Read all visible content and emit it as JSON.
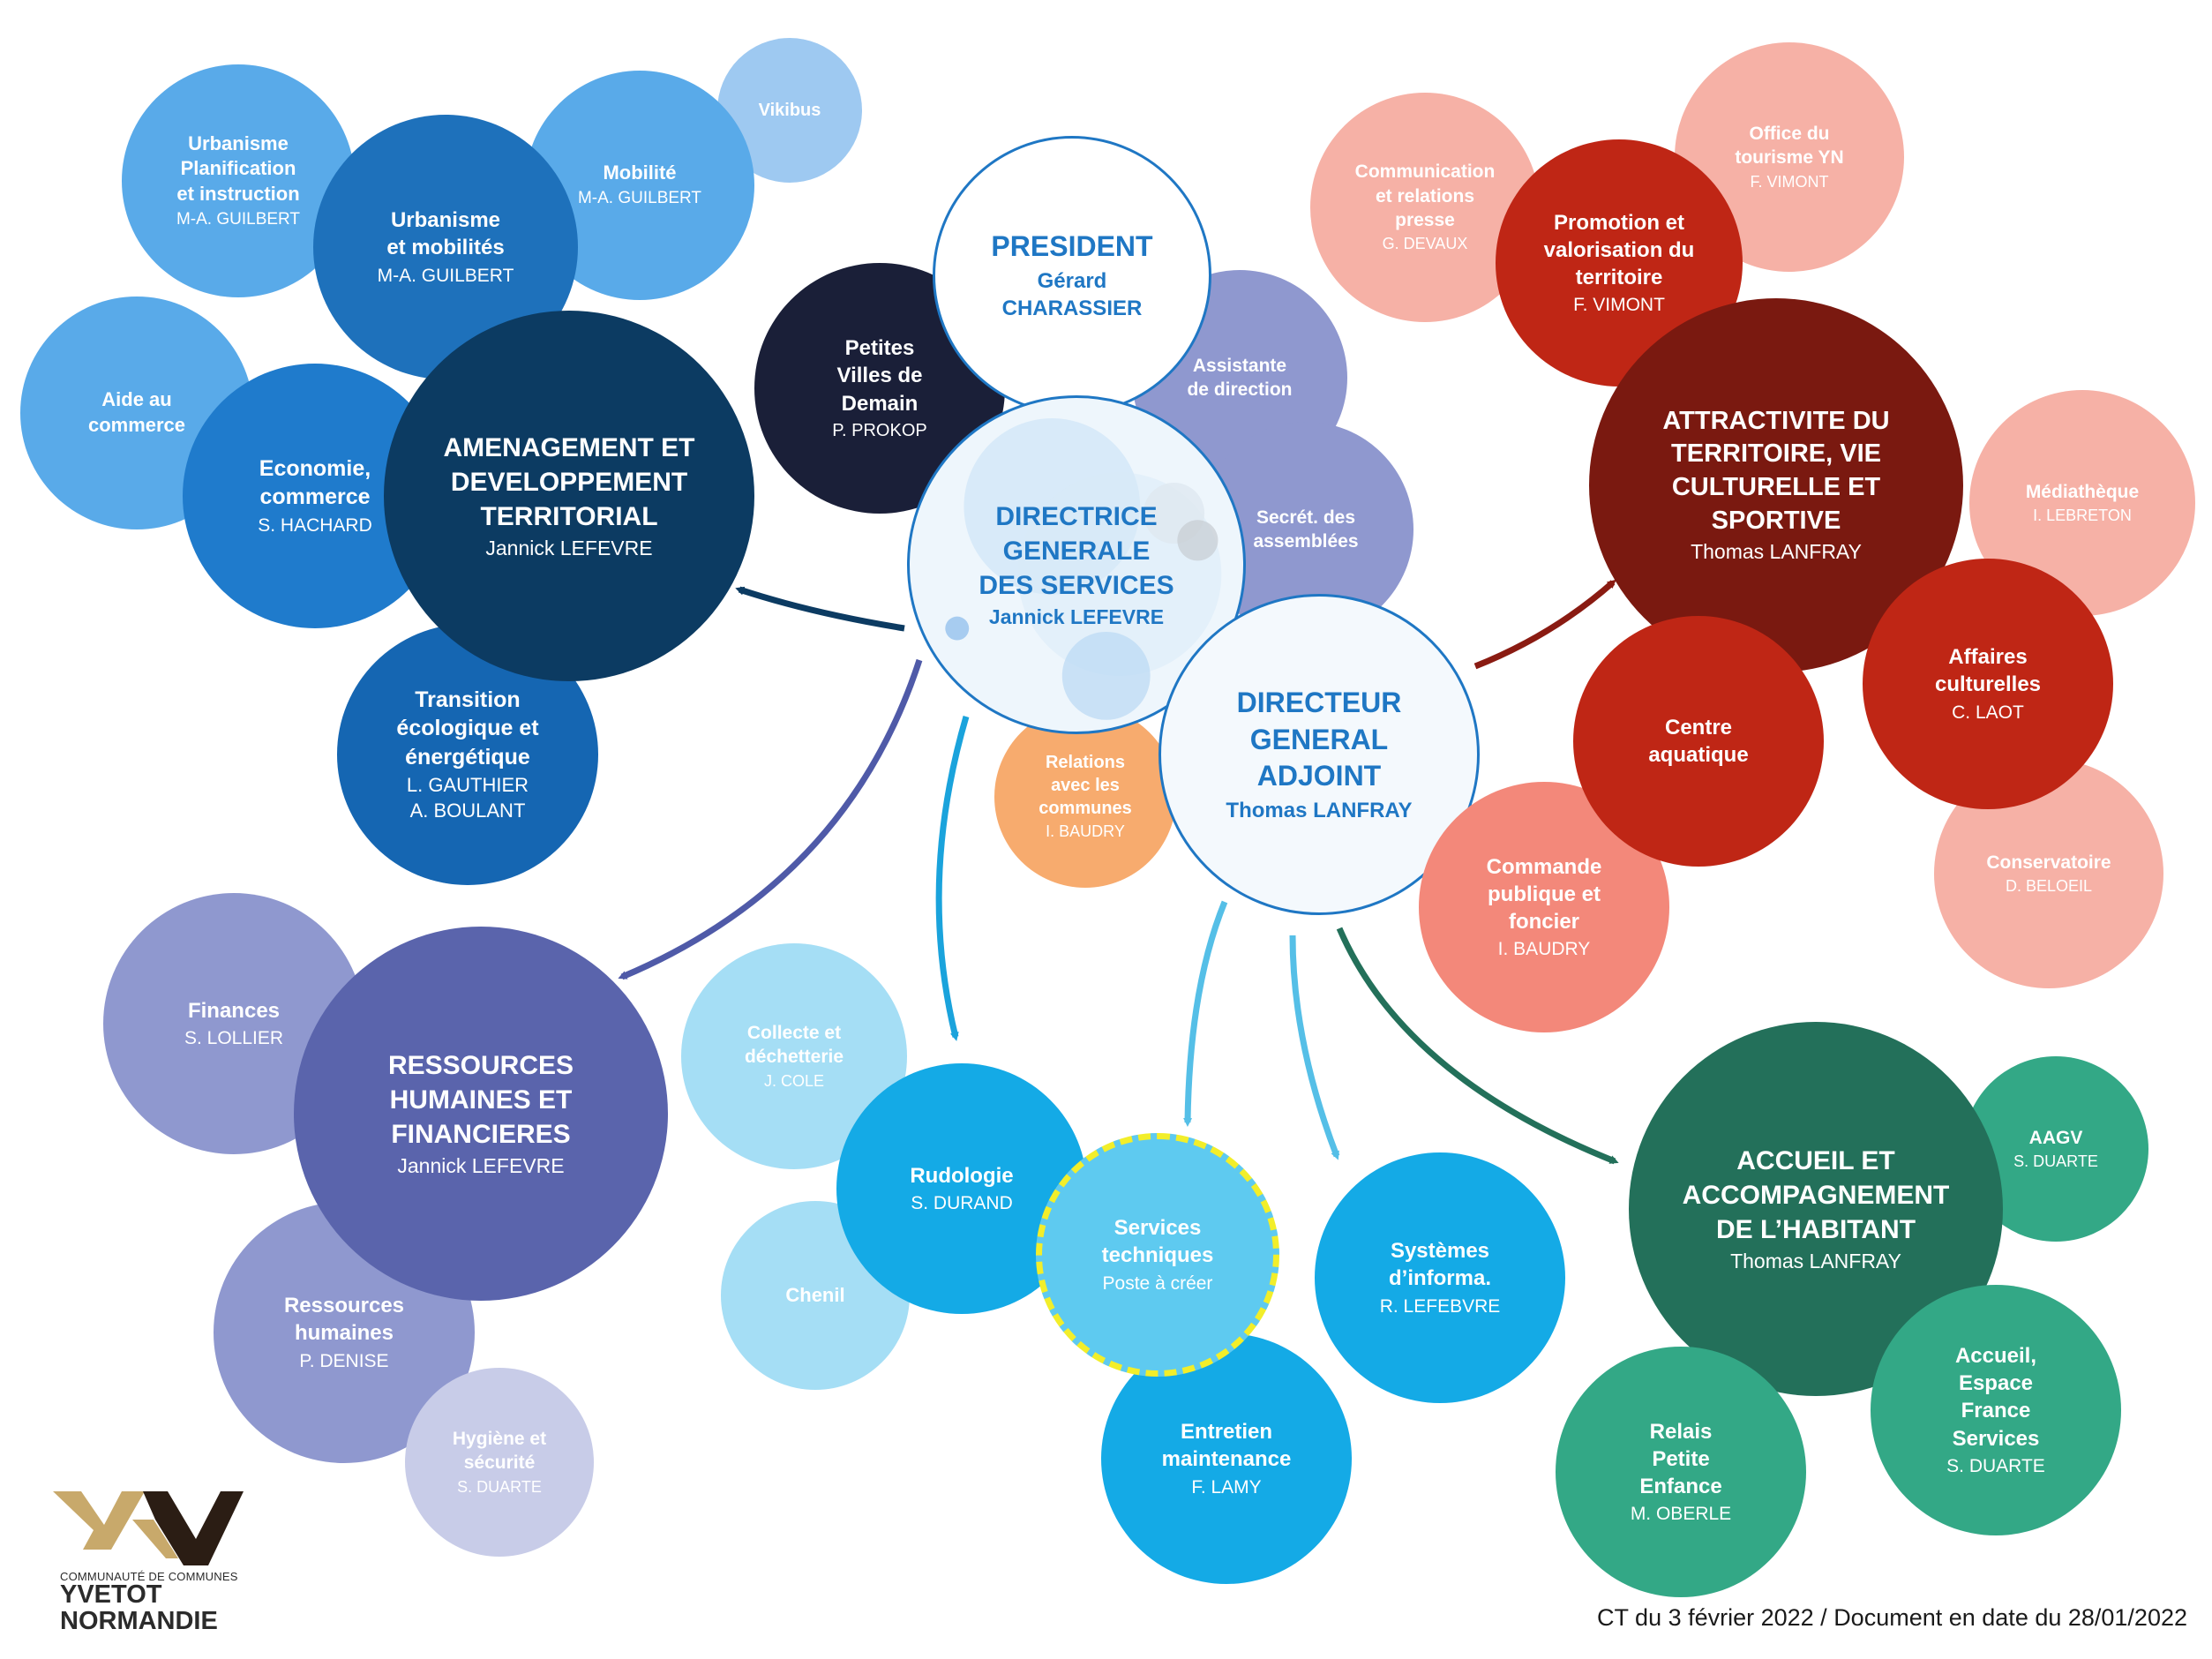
{
  "footer": "CT du 3 février 2022 / Document en date du 28/01/2022",
  "logo": {
    "line1": "COMMUNAUTÉ DE COMMUNES",
    "line2": "YVETOT",
    "line3": "NORMANDIE",
    "colors": {
      "gold": "#c8a96b",
      "dark": "#2b1d14"
    }
  },
  "colors": {
    "navy": "#0c3b62",
    "darkred": "#7a1910",
    "indigo": "#5a64ac",
    "teal": "#23705a",
    "central_border": "#1f77c4",
    "arrow_navy": "#0c3b62",
    "arrow_indigo": "#4f5aa8",
    "arrow_cyan": "#1aa3dc",
    "arrow_sky": "#55bfe7",
    "arrow_red": "#8a1b12",
    "arrow_teal": "#23705a",
    "dashed_border": "#f2ee2a"
  },
  "bubbles": [
    {
      "id": "vikibus",
      "title": "Vikibus",
      "sub": "",
      "bg": "#9ec9f1",
      "fg": "#ffffff",
      "tsize": 20
    },
    {
      "id": "urbanisme-planif",
      "title": "Urbanisme\nPlanification\net instruction",
      "sub": "M-A. GUILBERT",
      "bg": "#59aae9",
      "fg": "#ffffff",
      "tsize": 22,
      "ssize": 19
    },
    {
      "id": "mobilite",
      "title": "Mobilité",
      "sub": "M-A. GUILBERT",
      "bg": "#59aae9",
      "fg": "#ffffff",
      "tsize": 22,
      "ssize": 19
    },
    {
      "id": "urbanisme-mob",
      "title": "Urbanisme\net mobilités",
      "sub": "M-A. GUILBERT",
      "bg": "#1e71bb",
      "fg": "#ffffff",
      "tsize": 24,
      "ssize": 21
    },
    {
      "id": "aide-commerce",
      "title": "Aide au\ncommerce",
      "sub": "",
      "bg": "#59aae9",
      "fg": "#ffffff",
      "tsize": 22
    },
    {
      "id": "economie",
      "title": "Economie,\ncommerce",
      "sub": "S. HACHARD",
      "bg": "#1f7bcc",
      "fg": "#ffffff",
      "tsize": 25,
      "ssize": 21
    },
    {
      "id": "transition",
      "title": "Transition\nécologique et\nénergétique",
      "sub": "L. GAUTHIER\nA. BOULANT",
      "bg": "#1566b2",
      "fg": "#ffffff",
      "tsize": 25,
      "ssize": 22
    },
    {
      "id": "amenagement",
      "title": "AMENAGEMENT ET\nDEVELOPPEMENT\nTERRITORIAL",
      "sub": "Jannick LEFEVRE",
      "bg": "#0c3b62",
      "fg": "#ffffff",
      "tsize": 30,
      "ssize": 23
    },
    {
      "id": "petites-villes",
      "title": "Petites\nVilles de\nDemain",
      "sub": "P. PROKOP",
      "bg": "#1a1f38",
      "fg": "#ffffff",
      "tsize": 24,
      "ssize": 20
    },
    {
      "id": "assistante",
      "title": "Assistante\nde direction",
      "sub": "",
      "bg": "#8f98cf",
      "fg": "#ffffff",
      "tsize": 21
    },
    {
      "id": "secret",
      "title": "Secrét. des\nassemblées",
      "sub": "",
      "bg": "#8f98cf",
      "fg": "#ffffff",
      "tsize": 21
    },
    {
      "id": "relations",
      "title": "Relations\navec les\ncommunes",
      "sub": "I. BAUDRY",
      "bg": "#f7ab6e",
      "fg": "#ffffff",
      "tsize": 20,
      "ssize": 18
    },
    {
      "id": "president",
      "title": "PRESIDENT",
      "sub": "Gérard\nCHARASSIER",
      "bg": "#ffffff",
      "fg": "#1f77c4",
      "tsize": 32,
      "ssize": 24,
      "border": "#1f77c4",
      "subbold": true
    },
    {
      "id": "dgs",
      "title": "DIRECTRICE\nGENERALE\nDES SERVICES",
      "sub": "Jannick LEFEVRE",
      "bg": "#eef6fc",
      "fg": "#1f77c4",
      "tsize": 30,
      "ssize": 23,
      "border": "#1f77c4",
      "subbold": true,
      "deco": true
    },
    {
      "id": "dga",
      "title": "DIRECTEUR\nGENERAL\nADJOINT",
      "sub": "Thomas LANFRAY",
      "bg": "#f4f9fd",
      "fg": "#1f77c4",
      "tsize": 32,
      "ssize": 24,
      "border": "#1f77c4",
      "subbold": true
    },
    {
      "id": "communication",
      "title": "Communication\net relations\npresse",
      "sub": "G. DEVAUX",
      "bg": "#f6b1a6",
      "fg": "#ffffff",
      "tsize": 21,
      "ssize": 18
    },
    {
      "id": "office-tourisme",
      "title": "Office du\ntourisme YN",
      "sub": "F. VIMONT",
      "bg": "#f6b1a6",
      "fg": "#ffffff",
      "tsize": 21,
      "ssize": 18
    },
    {
      "id": "promotion",
      "title": "Promotion et\nvalorisation du\nterritoire",
      "sub": "F. VIMONT",
      "bg": "#bf2615",
      "fg": "#ffffff",
      "tsize": 24,
      "ssize": 21
    },
    {
      "id": "mediatheque",
      "title": "Médiathèque",
      "sub": "I. LEBRETON",
      "bg": "#f6b1a6",
      "fg": "#ffffff",
      "tsize": 21,
      "ssize": 18
    },
    {
      "id": "attractivite",
      "title": "ATTRACTIVITE DU\nTERRITOIRE, VIE\nCULTURELLE ET\nSPORTIVE",
      "sub": "Thomas LANFRAY",
      "bg": "#7a1910",
      "fg": "#ffffff",
      "tsize": 29,
      "ssize": 23
    },
    {
      "id": "conservatoire",
      "title": "Conservatoire",
      "sub": "D. BELOEIL",
      "bg": "#f6b1a6",
      "fg": "#ffffff",
      "tsize": 21,
      "ssize": 18
    },
    {
      "id": "commande",
      "title": "Commande\npublique et\nfoncier",
      "sub": "I.  BAUDRY",
      "bg": "#f3887a",
      "fg": "#ffffff",
      "tsize": 24,
      "ssize": 21
    },
    {
      "id": "centre-aquatique",
      "title": "Centre\naquatique",
      "sub": "",
      "bg": "#bf2615",
      "fg": "#ffffff",
      "tsize": 24
    },
    {
      "id": "affaires",
      "title": "Affaires\nculturelles",
      "sub": "C. LAOT",
      "bg": "#bf2615",
      "fg": "#ffffff",
      "tsize": 24,
      "ssize": 21
    },
    {
      "id": "finances",
      "title": "Finances",
      "sub": "S. LOLLIER",
      "bg": "#8f98cf",
      "fg": "#ffffff",
      "tsize": 24,
      "ssize": 21
    },
    {
      "id": "rh-humaines",
      "title": "Ressources\nhumaines",
      "sub": "P. DENISE",
      "bg": "#8f98cf",
      "fg": "#ffffff",
      "tsize": 24,
      "ssize": 21
    },
    {
      "id": "hygiene",
      "title": "Hygiène et\nsécurité",
      "sub": "S. DUARTE",
      "bg": "#c8cce8",
      "fg": "#ffffff",
      "tsize": 21,
      "ssize": 18
    },
    {
      "id": "rh",
      "title": "RESSOURCES\nHUMAINES ET\nFINANCIERES",
      "sub": "Jannick LEFEVRE",
      "bg": "#5a64ac",
      "fg": "#ffffff",
      "tsize": 30,
      "ssize": 23
    },
    {
      "id": "collecte",
      "title": "Collecte et\ndéchetterie",
      "sub": "J. COLE",
      "bg": "#a5def5",
      "fg": "#ffffff",
      "tsize": 21,
      "ssize": 18
    },
    {
      "id": "chenil",
      "title": "Chenil",
      "sub": "",
      "bg": "#a5def5",
      "fg": "#ffffff",
      "tsize": 22
    },
    {
      "id": "rudologie",
      "title": "Rudologie",
      "sub": "S. DURAND",
      "bg": "#14aae6",
      "fg": "#ffffff",
      "tsize": 24,
      "ssize": 21
    },
    {
      "id": "entretien",
      "title": "Entretien\nmaintenance",
      "sub": "F. LAMY",
      "bg": "#14aae6",
      "fg": "#ffffff",
      "tsize": 24,
      "ssize": 21
    },
    {
      "id": "services-tech",
      "title": "Services\ntechniques",
      "sub": "Poste à créer",
      "bg": "#5ecaf0",
      "fg": "#ffffff",
      "tsize": 24,
      "ssize": 21,
      "dashed": true,
      "subnormal": true
    },
    {
      "id": "systemes",
      "title": "Systèmes\nd’informa.",
      "sub": "R. LEFEBVRE",
      "bg": "#14aae6",
      "fg": "#ffffff",
      "tsize": 24,
      "ssize": 21
    },
    {
      "id": "aagv",
      "title": "AAGV",
      "sub": "S. DUARTE",
      "bg": "#33a886",
      "fg": "#ffffff",
      "tsize": 21,
      "ssize": 18
    },
    {
      "id": "accueil",
      "title": "ACCUEIL ET\nACCOMPAGNEMENT\nDE L’HABITANT",
      "sub": "Thomas LANFRAY",
      "bg": "#23705a",
      "fg": "#ffffff",
      "tsize": 30,
      "ssize": 23
    },
    {
      "id": "relais",
      "title": "Relais\nPetite\nEnfance",
      "sub": "M. OBERLE",
      "bg": "#33a886",
      "fg": "#ffffff",
      "tsize": 24,
      "ssize": 21
    },
    {
      "id": "espace-france",
      "title": "Accueil,\nEspace\nFrance\nServices",
      "sub": "S. DUARTE",
      "bg": "#33a886",
      "fg": "#ffffff",
      "tsize": 24,
      "ssize": 21
    }
  ]
}
